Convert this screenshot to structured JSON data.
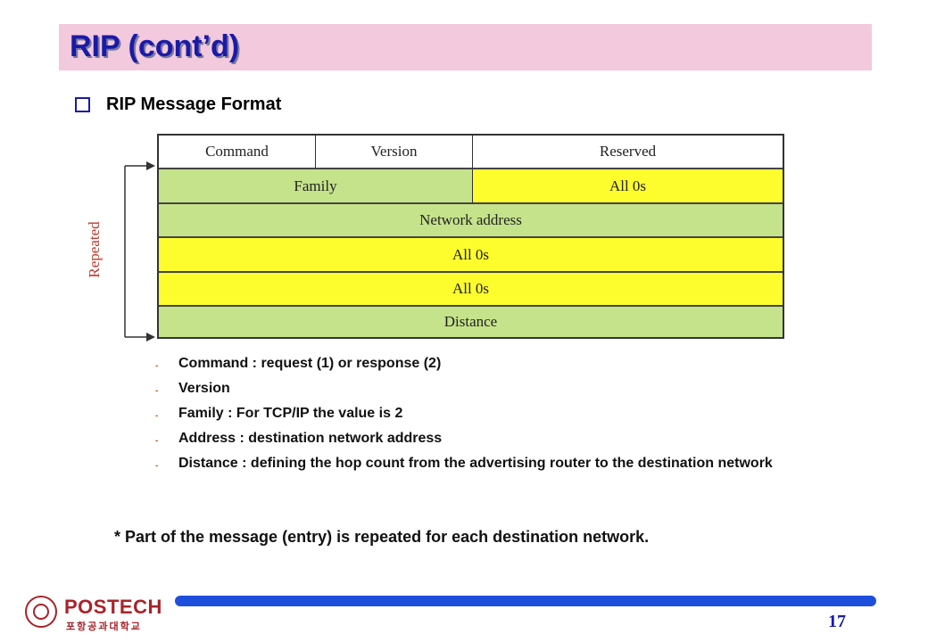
{
  "slide": {
    "title": "RIP (cont’d)",
    "heading": "RIP Message Format",
    "diagram": {
      "repeated_label": "Repeated",
      "rows": [
        [
          {
            "label": "Command",
            "color": "white"
          },
          {
            "label": "Version",
            "color": "white"
          },
          {
            "label": "Reserved",
            "color": "white"
          }
        ],
        [
          {
            "label": "Family",
            "color": "green"
          },
          {
            "label": "All 0s",
            "color": "yellow"
          }
        ],
        [
          {
            "label": "Network address",
            "color": "green"
          }
        ],
        [
          {
            "label": "All 0s",
            "color": "yellow"
          }
        ],
        [
          {
            "label": "All 0s",
            "color": "yellow"
          }
        ],
        [
          {
            "label": "Distance",
            "color": "green"
          }
        ]
      ]
    },
    "bullets": [
      "Command : request (1) or response (2)",
      "Version",
      "Family : For TCP/IP the value is 2",
      "Address : destination network address",
      "Distance : defining the hop count from the advertising router to the destination network"
    ],
    "note": "* Part of the message (entry) is repeated for each destination network.",
    "logo_name": "POSTECH",
    "logo_sub": "포항공과대학교",
    "page_number": "17"
  },
  "colors": {
    "title_bg": "#f2c9dd",
    "title_text": "#1a1aa8",
    "green": "#c5e38a",
    "yellow": "#fdfd2e",
    "footer_bar": "#1e4fdc",
    "logo": "#a8232a"
  }
}
